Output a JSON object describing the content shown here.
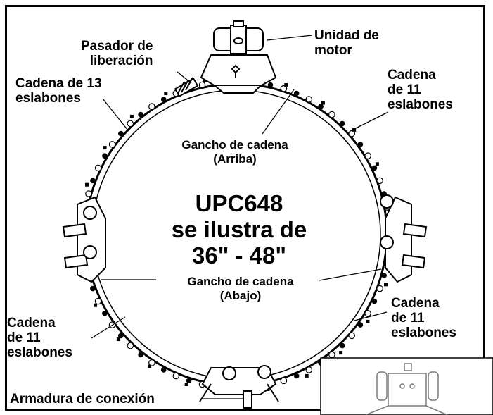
{
  "labels": {
    "motor_unit": "Unidad de\nmotor",
    "release_pin": "Pasador de\nliberación",
    "chain13": "Cadena de 13\neslabones",
    "chain11_top_right": "Cadena\nde 11\neslabones",
    "hook_top": "Gancho de cadena\n(Arriba)",
    "hook_bottom": "Gancho de cadena\n(Abajo)",
    "chain11_bottom_right": "Cadena\nde 11\neslabones",
    "chain11_bottom_left": "Cadena\nde 11\neslabones",
    "connection_frame": "Armadura de conexión"
  },
  "center_text": {
    "line1": "UPC648",
    "line2": "se ilustra de",
    "line3": "36\" - 48\""
  },
  "colors": {
    "ink": "#000000",
    "paper": "#ffffff",
    "gray": "#7a7a7a"
  }
}
